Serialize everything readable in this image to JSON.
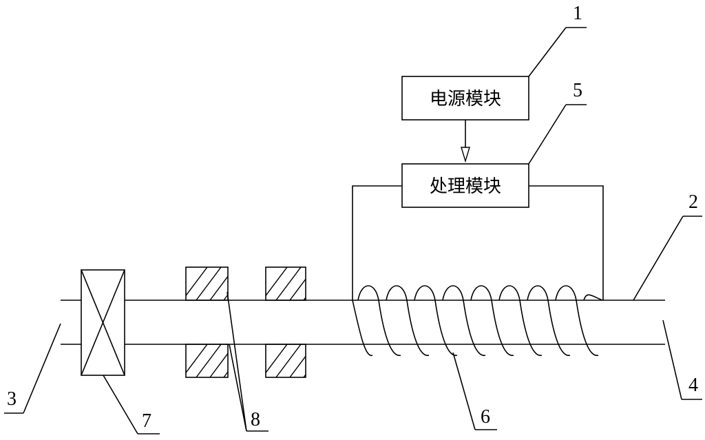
{
  "modules": {
    "power": "电源模块",
    "processing": "处理模块"
  },
  "numbers": {
    "power_module": "1",
    "pipe_upper": "2",
    "left_end": "3",
    "right_end": "4",
    "processing_module": "5",
    "coil": "6",
    "valve": "7",
    "magnets": "8"
  }
}
